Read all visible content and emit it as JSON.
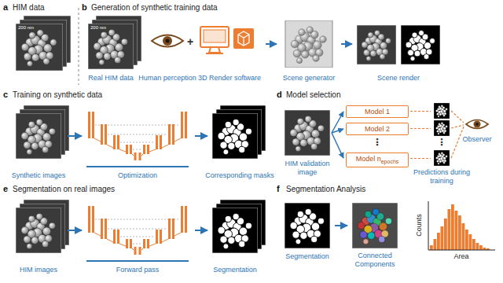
{
  "diagram": {
    "nodes": [
      {
        "text": [
          "Model 1"
        ]
      },
      {
        "text": [
          "Model 2"
        ]
      },
      {
        "text": [
          "Model n",
          "epochs"
        ]
      }
    ],
    "labels": [
      "a",
      "HIM data",
      "200 nm",
      "b",
      "Generation of synthetic training data",
      "200 nm",
      "Real HIM data",
      "+",
      "Human perception",
      "3D Render software",
      "Scene generator",
      "Scene render",
      "c",
      "Training on synthetic data",
      "Synthetic images",
      "Optimization",
      "Corresponding masks",
      "d",
      "Model selection",
      "⋮",
      "⋮",
      "HIM validation image",
      "Predictions during training",
      "Observer",
      "e",
      "Segmentation on real images",
      "HIM images",
      "Forward pass",
      "Segmentation",
      "f",
      "Segmentation Analysis",
      "Segmentation",
      "Connected Components",
      "Counts",
      "Area"
    ]
  }
}
